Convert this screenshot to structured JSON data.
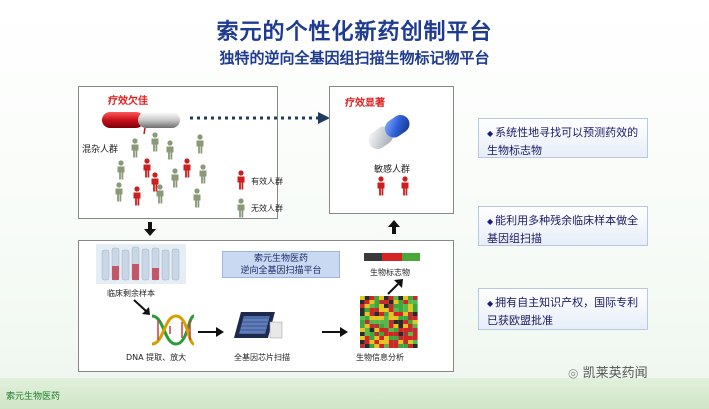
{
  "header": {
    "title": "索元的个性化新药创制平台",
    "subtitle": "独特的逆向全基因组扫描生物标记物平台"
  },
  "left_panel": {
    "effect_poor_label": "疗效欠佳",
    "mixed_population_label": "混杂人群",
    "legend_effective": "有效人群",
    "legend_ineffective": "无效人群"
  },
  "right_panel": {
    "effect_significant_label": "疗效显著",
    "sensitive_population_label": "敏感人群"
  },
  "process": {
    "platform_line1": "索元生物医药",
    "platform_line2": "逆向全基因扫描平台",
    "clinical_samples_label": "临床剩余样本",
    "dna_label": "DNA 提取、放大",
    "chip_scan_label": "全基因芯片扫描",
    "bioinfo_label": "生物信息分析",
    "biomarker_label": "生物标志物"
  },
  "benefits": [
    {
      "text": "系统性地寻找可以预测药效的生物标志物"
    },
    {
      "text": "能利用多种残余临床样本做全基因组扫描"
    },
    {
      "text": "拥有自主知识产权，国际专利已获欧盟批准"
    }
  ],
  "footer": {
    "company": "索元生物医药",
    "watermark": "凯莱英药闻"
  },
  "colors": {
    "title_blue": "#1f3b8f",
    "red_person": "#cc1f1f",
    "green_person": "#8a9a78",
    "accent_red": "#d22222"
  }
}
